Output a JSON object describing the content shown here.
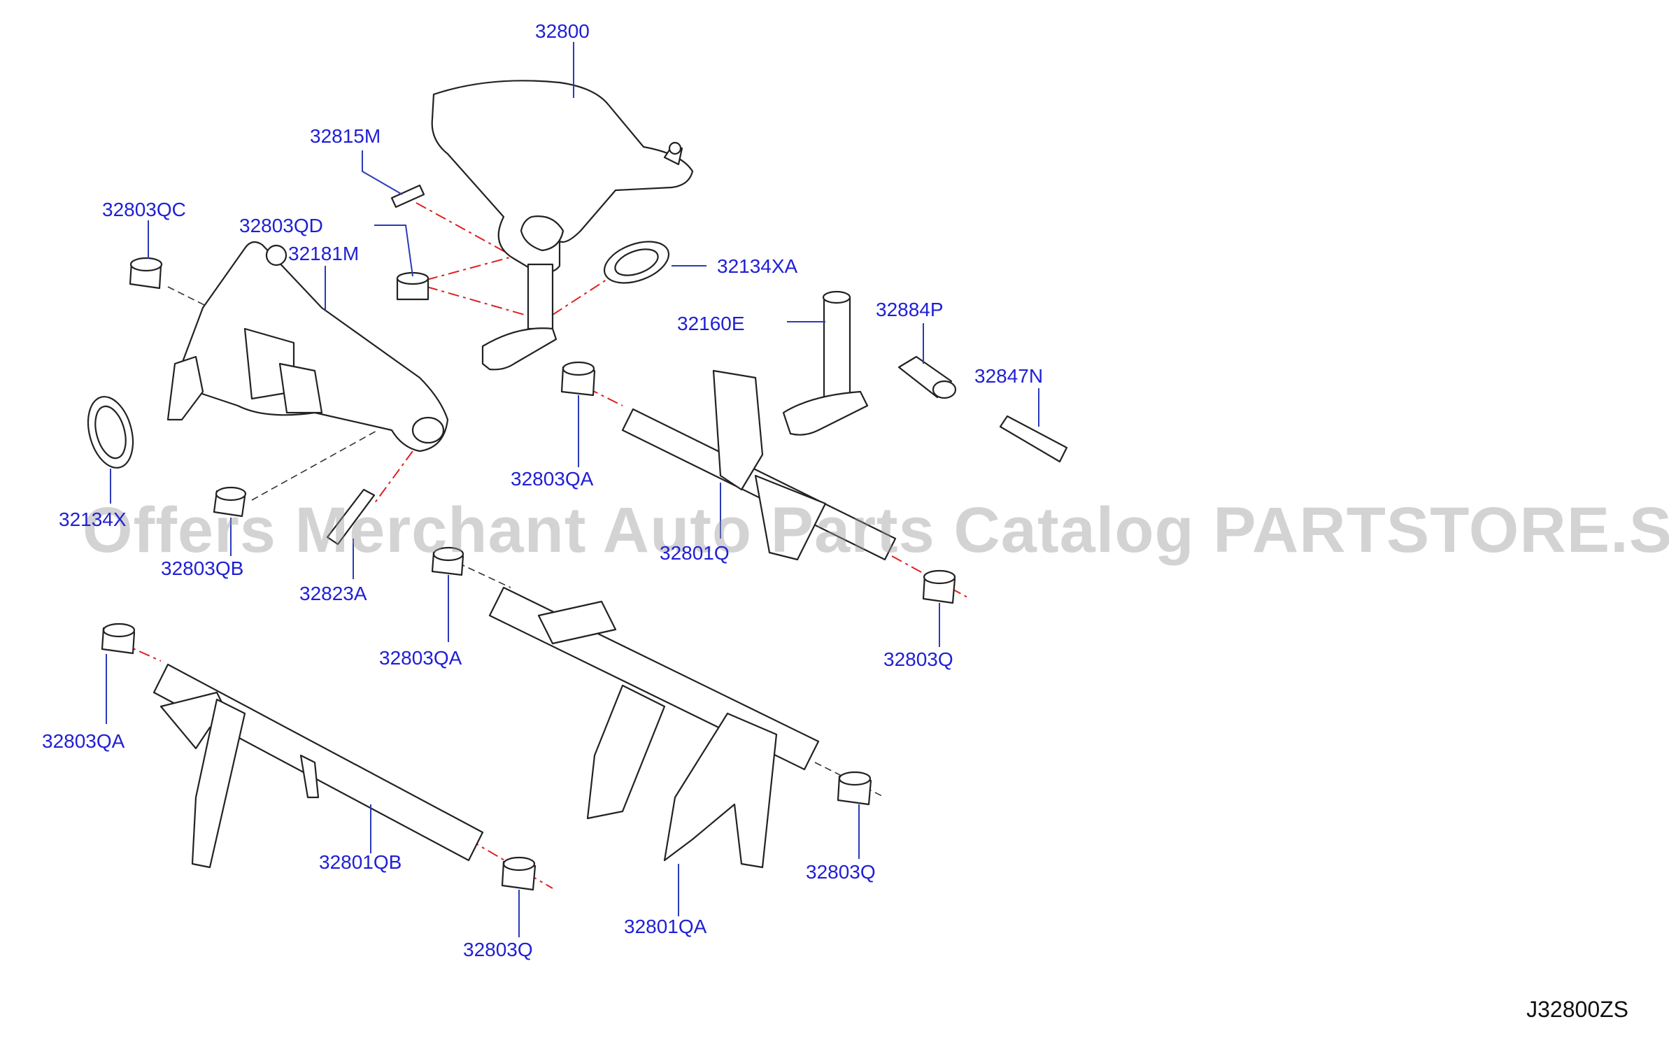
{
  "diagram": {
    "labels": {
      "p32800": "32800",
      "p32815M": "32815M",
      "p32803QC": "32803QC",
      "p32803QD": "32803QD",
      "p32181M": "32181M",
      "p32134XA": "32134XA",
      "p32160E": "32160E",
      "p32884P": "32884P",
      "p32847N": "32847N",
      "p32803QA_1": "32803QA",
      "p32134X": "32134X",
      "p32801Q": "32801Q",
      "p32803QB": "32803QB",
      "p32823A": "32823A",
      "p32803QA_2": "32803QA",
      "p32803Q_1": "32803Q",
      "p32803QA_3": "32803QA",
      "p32801QB": "32801QB",
      "p32803Q_2": "32803Q",
      "p32801QA": "32801QA",
      "p32803Q_3": "32803Q"
    },
    "diagram_code": "J32800ZS",
    "watermark": "Offers Merchant Auto Parts Catalog PARTSTORE.SA",
    "colors": {
      "label": "#1f1fd6",
      "leader": "#2a3bb8",
      "axis": "#e02020",
      "outline": "#222222"
    }
  }
}
